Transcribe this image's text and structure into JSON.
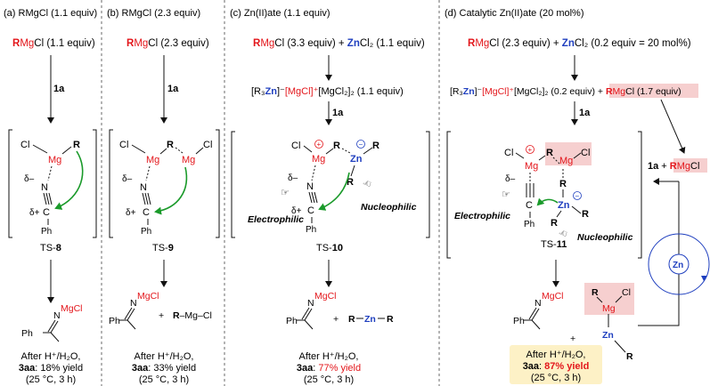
{
  "panels": {
    "a": {
      "title": "(a) RMgCl (1.1 equiv)",
      "reagent_r": "R",
      "reagent_mg": "Mg",
      "reagent_rest": "Cl (1.1 equiv)",
      "step": "1a",
      "ts": {
        "cl": "Cl",
        "mg": "Mg",
        "r": "R",
        "dm": "δ–",
        "n": "N",
        "dp": "δ+",
        "c": "C",
        "ph": "Ph",
        "label": "TS-",
        "num": "8"
      },
      "product": {
        "n": "N",
        "mgcl": "MgCl",
        "ph": "Ph"
      },
      "yield": {
        "line1": "After H⁺/H₂O,",
        "cmp": "3aa",
        "value": ": 18% yield",
        "cond": "(25 °C, 3 h)"
      }
    },
    "b": {
      "title": "(b) RMgCl (2.3 equiv)",
      "reagent_r": "R",
      "reagent_mg": "Mg",
      "reagent_rest": "Cl (2.3 equiv)",
      "step": "1a",
      "ts": {
        "cl1": "Cl",
        "mg1": "Mg",
        "r": "R",
        "mg2": "Mg",
        "cl2": "Cl",
        "dm": "δ–",
        "n": "N",
        "dp": "δ+",
        "c": "C",
        "ph": "Ph",
        "label": "TS-",
        "num": "9"
      },
      "product": {
        "n": "N",
        "mgcl": "MgCl",
        "ph": "Ph",
        "plus": "+",
        "byproduct_r": "R",
        "byproduct_rest": "–Mg–Cl"
      },
      "yield": {
        "line1": "After H⁺/H₂O,",
        "cmp": "3aa",
        "value": ": 33% yield",
        "cond": "(25 °C, 3 h)"
      }
    },
    "c": {
      "title": "(c) Zn(II)ate (1.1 equiv)",
      "reagent_r": "R",
      "reagent_mg": "Mg",
      "reagent_mid": "Cl (3.3 equiv) + ",
      "reagent_zn": "Zn",
      "reagent_rest": "Cl₂ (1.1 equiv)",
      "ate": {
        "open": "[R₃",
        "zn": "Zn",
        "close": "]⁻",
        "mg": "[MgCl]⁺",
        "rest": "[MgCl₂]₂  (1.1 equiv)"
      },
      "step": "1a",
      "ts": {
        "cl": "Cl",
        "mg": "Mg",
        "r1": "R",
        "zn": "Zn",
        "r2": "R",
        "dm": "δ–",
        "n": "N",
        "dp": "δ+",
        "c": "C",
        "ph": "Ph",
        "r3": "R",
        "electrophilic": "Electrophilic",
        "nucleophilic": "Nucleophilic",
        "label": "TS-",
        "num": "10"
      },
      "product": {
        "n": "N",
        "mgcl": "MgCl",
        "ph": "Ph",
        "plus": "+",
        "r1": "R",
        "zn": "Zn",
        "r2": "R"
      },
      "yield": {
        "line1": "After H⁺/H₂O,",
        "cmp": "3aa",
        "sep": ": ",
        "value": "77% yield",
        "cond": "(25 °C, 3 h)"
      }
    },
    "d": {
      "title": "(d) Catalytic Zn(II)ate (20 mol%)",
      "reagent_r": "R",
      "reagent_mg": "Mg",
      "reagent_mid": "Cl (2.3 equiv) + ",
      "reagent_zn": "Zn",
      "reagent_rest": "Cl₂ (0.2 equiv = 20 mol%)",
      "ate": {
        "open": "[R₃",
        "zn": "Zn",
        "close": "]⁻",
        "mg": "[MgCl]⁺",
        "rest": "[MgCl₂]₂  (0.2 equiv) + ",
        "hl_r": "R",
        "hl_mg": "Mg",
        "hl_rest": "Cl (1.7 equiv)"
      },
      "step": "1a",
      "side": {
        "a": "1a",
        "plus": " + ",
        "r": "R",
        "mg": "Mg",
        "cl": "Cl"
      },
      "ts": {
        "cl": "Cl",
        "mg1": "Mg",
        "r1": "R",
        "mg2": "Mg",
        "cl2": "Cl",
        "dm": "δ–",
        "c": "C",
        "ph": "Ph",
        "r2": "R",
        "zn": "Zn",
        "r3": "R",
        "r4": "R",
        "electrophilic": "Electrophilic",
        "nucleophilic": "Nucleophilic",
        "label": "TS-",
        "num": "11"
      },
      "product": {
        "n": "N",
        "mgcl": "MgCl",
        "ph": "Ph",
        "plus": "+",
        "r": "R",
        "mg": "Mg",
        "cl": "Cl",
        "zn": "Zn",
        "r2": "R"
      },
      "cycle": "Zn",
      "yield": {
        "line1": "After H⁺/H₂O,",
        "cmp": "3aa",
        "sep": ": ",
        "value": "87% yield",
        "cond": "(25 °C, 3 h)"
      }
    }
  },
  "colors": {
    "red": "#e3161b",
    "blue": "#1f3fbf",
    "green": "#1a9a2a",
    "highlight": "#f6cfcf",
    "yellow": "#fdf1c6"
  }
}
